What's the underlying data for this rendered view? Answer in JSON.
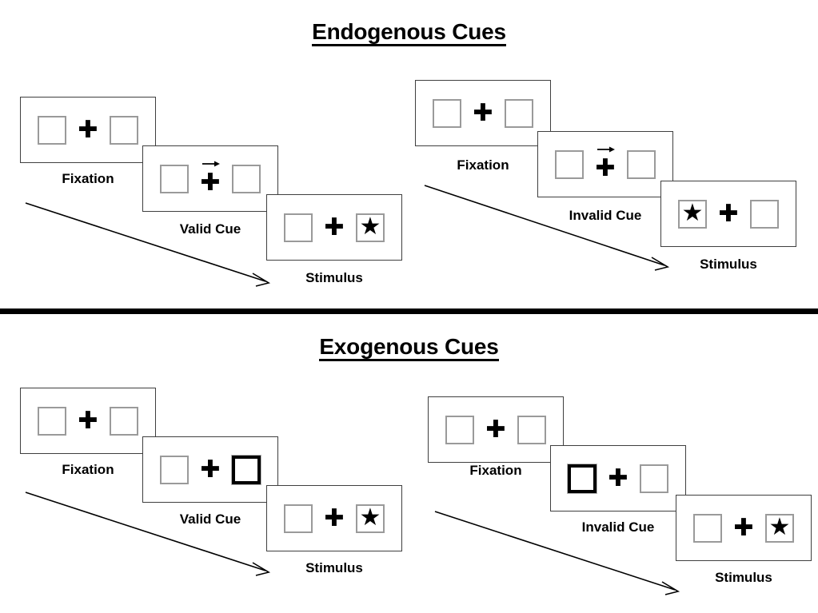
{
  "sections": [
    {
      "id": "endogenous",
      "title": "Endogenous Cues",
      "panels": [
        {
          "id": "endogenous-valid",
          "stages": [
            {
              "label": "Fixation",
              "left_box": "empty",
              "right_box": "empty",
              "cue": "none"
            },
            {
              "label": "Valid Cue",
              "left_box": "empty",
              "right_box": "empty",
              "cue": "arrow-right"
            },
            {
              "label": "Stimulus",
              "left_box": "empty",
              "right_box": "star",
              "cue": "none"
            }
          ]
        },
        {
          "id": "endogenous-invalid",
          "stages": [
            {
              "label": "Fixation",
              "left_box": "empty",
              "right_box": "empty",
              "cue": "none"
            },
            {
              "label": "Invalid Cue",
              "left_box": "empty",
              "right_box": "empty",
              "cue": "arrow-right"
            },
            {
              "label": "Stimulus",
              "left_box": "star",
              "right_box": "empty",
              "cue": "none"
            }
          ]
        }
      ]
    },
    {
      "id": "exogenous",
      "title": "Exogenous Cues",
      "panels": [
        {
          "id": "exogenous-valid",
          "stages": [
            {
              "label": "Fixation",
              "left_box": "empty",
              "right_box": "empty",
              "cue": "none"
            },
            {
              "label": "Valid Cue",
              "left_box": "empty",
              "right_box": "highlight",
              "cue": "none"
            },
            {
              "label": "Stimulus",
              "left_box": "empty",
              "right_box": "star",
              "cue": "none"
            }
          ]
        },
        {
          "id": "exogenous-invalid",
          "stages": [
            {
              "label": "Fixation",
              "left_box": "empty",
              "right_box": "empty",
              "cue": "none"
            },
            {
              "label": "Invalid Cue",
              "left_box": "highlight",
              "right_box": "empty",
              "cue": "none"
            },
            {
              "label": "Stimulus",
              "left_box": "empty",
              "right_box": "star",
              "cue": "none"
            }
          ]
        }
      ]
    }
  ],
  "glyphs": {
    "star": "★",
    "plus": "✚"
  },
  "colors": {
    "frame_border": "#3f3f3f",
    "box_border": "#9a9a9a",
    "cued_box_border": "#000000",
    "ink": "#000000",
    "background": "#ffffff"
  }
}
